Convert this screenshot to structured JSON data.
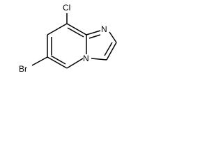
{
  "molecule": {
    "atoms": {
      "cl": "Cl",
      "br": "Br",
      "n_imine": "N",
      "n_bridge": "N"
    }
  }
}
